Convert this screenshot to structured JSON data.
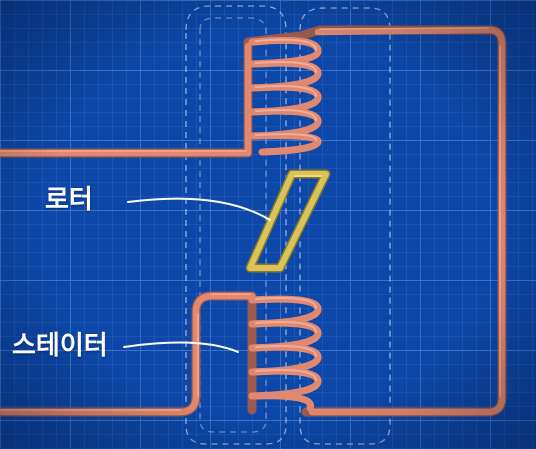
{
  "labels": {
    "rotor": "로터",
    "stator": "스테이터"
  },
  "colors": {
    "background": "#0d47a8",
    "grid_minor": "#2f68c2",
    "grid_major": "#4a82d6",
    "wire": "#e08870",
    "wire_highlight": "#f4b8a4",
    "wire_shadow": "#9a5a4e",
    "rotor": "#d9c45a",
    "rotor_shadow": "#8a7a2a",
    "guide_dashed": "#c4d4ee",
    "leader_line": "#ffffff"
  },
  "icons": [
    "coil-upper",
    "coil-lower",
    "rotor-loop",
    "magnetic-gap-guide"
  ]
}
